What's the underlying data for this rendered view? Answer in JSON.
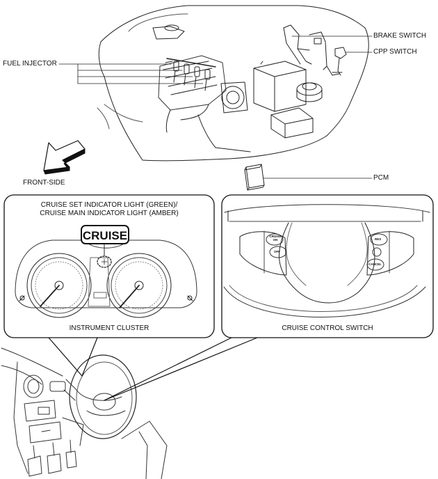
{
  "labels": {
    "fuel_injector": "FUEL INJECTOR",
    "brake_switch": "BRAKE SWITCH",
    "cpp_switch": "CPP SWITCH",
    "front_side": "FRONT-SIDE",
    "pcm": "PCM",
    "indicator_line1": "CRUISE SET INDICATOR LIGHT (GREEN)/",
    "indicator_line2": "CRUISE MAIN INDICATOR LIGHT (AMBER)",
    "cruise_badge": "CRUISE",
    "instrument_cluster": "INSTRUMENT CLUSTER",
    "cruise_control_switch": "CRUISE CONTROL SWITCH"
  },
  "switch_buttons": {
    "cruise_on": "CRUISE ON",
    "off": "OFF",
    "res": "RES",
    "cancel": "CANCEL"
  }
}
